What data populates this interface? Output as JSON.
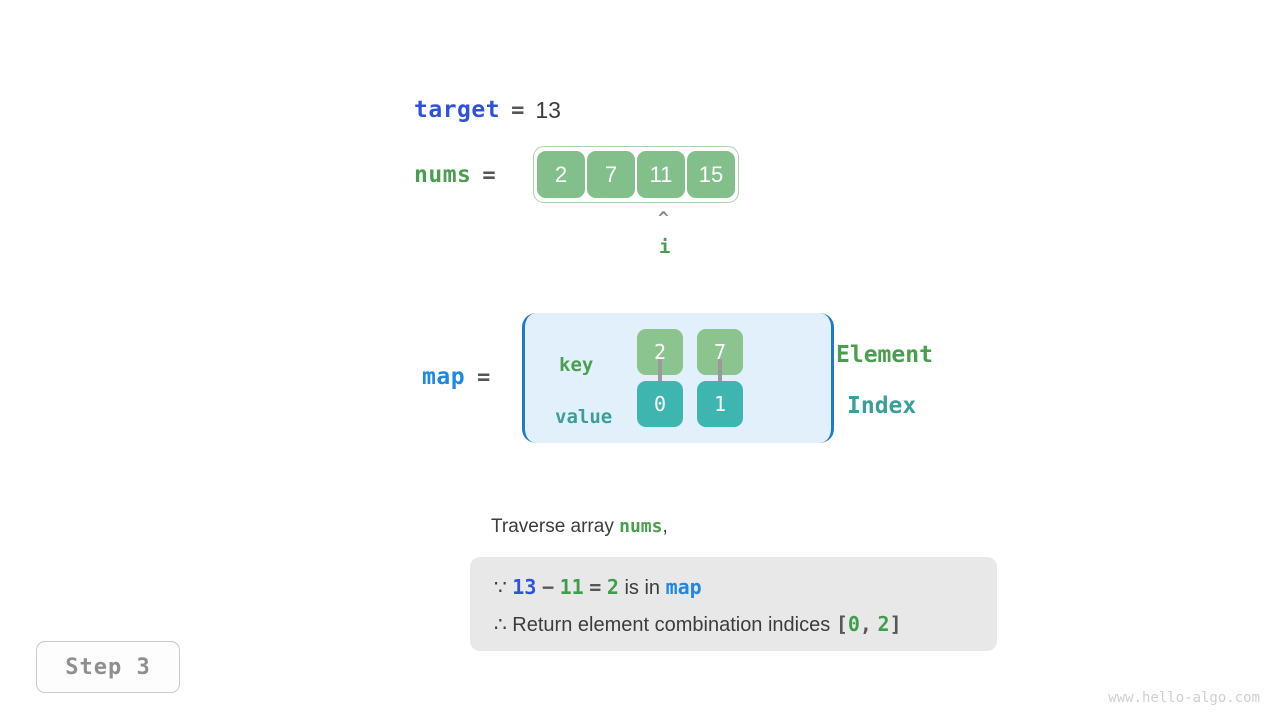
{
  "target": {
    "name": "target",
    "equals": "=",
    "value": "13"
  },
  "nums": {
    "name": "nums",
    "equals": "=",
    "cells": [
      "2",
      "7",
      "11",
      "15"
    ],
    "pointer": {
      "caret": "^",
      "label": "i",
      "index": 2
    }
  },
  "map": {
    "name": "map",
    "equals": "=",
    "key_label": "key",
    "value_label": "value",
    "entries": [
      {
        "key": "2",
        "value": "0"
      },
      {
        "key": "7",
        "value": "1"
      }
    ],
    "side_labels": {
      "element": "Element",
      "index": "Index"
    }
  },
  "description": {
    "prefix": "Traverse array ",
    "keyword": "nums",
    "suffix": ","
  },
  "explanation": {
    "line1": {
      "because_symbol": "∵",
      "target_value": "13",
      "minus": "−",
      "current_value": "11",
      "equals": "=",
      "complement": "2",
      "mid_text": "is in",
      "map_name": "map"
    },
    "line2": {
      "therefore_symbol": "∴",
      "text": "Return element combination indices",
      "bracket_open": "[",
      "first_index": "0",
      "comma": ",",
      "second_index": "2",
      "bracket_close": "]"
    }
  },
  "step_badge": "Step 3",
  "watermark": "www.hello-algo.com",
  "colors": {
    "target_blue": "#2f52d8",
    "map_blue": "#1e88e5",
    "nums_green": "#4a9e4f",
    "index_teal": "#3a9e9a",
    "cell_green": "#82bf8b",
    "key_green": "#8bc48e",
    "value_teal": "#3fb5b0",
    "map_bg": "#e2f0fb",
    "map_border": "#1f7bc4",
    "explain_bg": "#e8e8e8"
  }
}
